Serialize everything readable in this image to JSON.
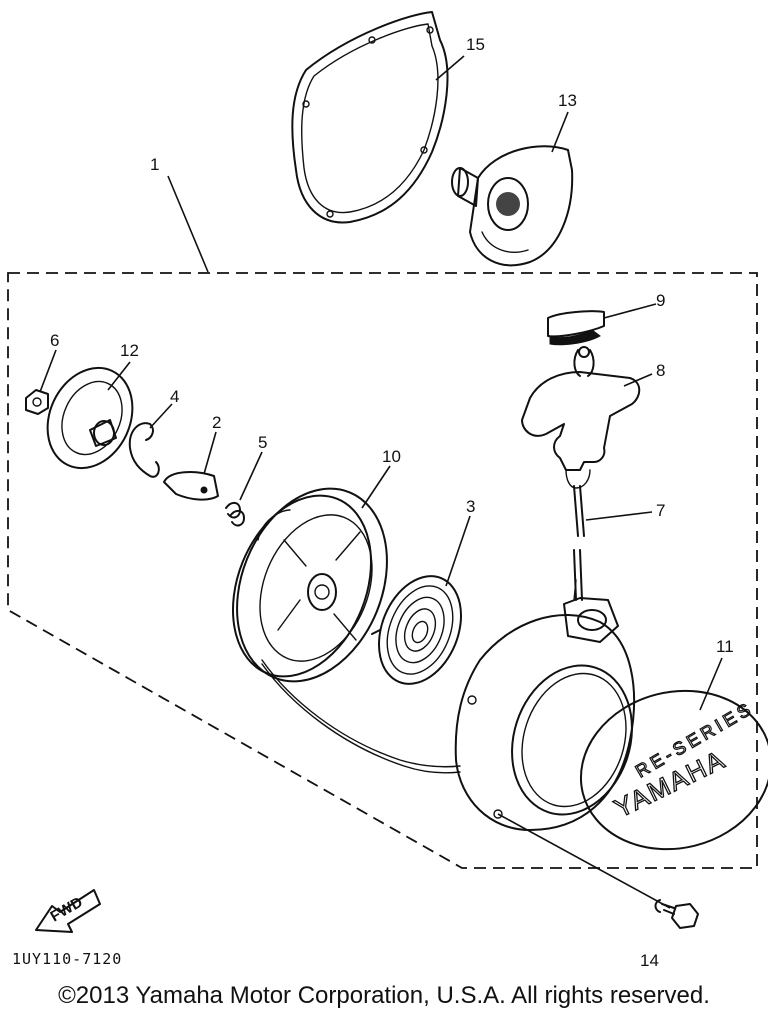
{
  "diagram": {
    "parts": [
      {
        "number": "1"
      },
      {
        "number": "2"
      },
      {
        "number": "3"
      },
      {
        "number": "4"
      },
      {
        "number": "5"
      },
      {
        "number": "6"
      },
      {
        "number": "7"
      },
      {
        "number": "8"
      },
      {
        "number": "9"
      },
      {
        "number": "10"
      },
      {
        "number": "11"
      },
      {
        "number": "12"
      },
      {
        "number": "13"
      },
      {
        "number": "14"
      },
      {
        "number": "15"
      }
    ],
    "fwd_label": "FWD",
    "reference_code": "1UY110-7120",
    "emblem": {
      "brand": "YAMAHA",
      "model": "RE-SERIES"
    }
  },
  "footer": {
    "copyright": "©2013 Yamaha Motor Corporation, U.S.A. All rights reserved."
  }
}
